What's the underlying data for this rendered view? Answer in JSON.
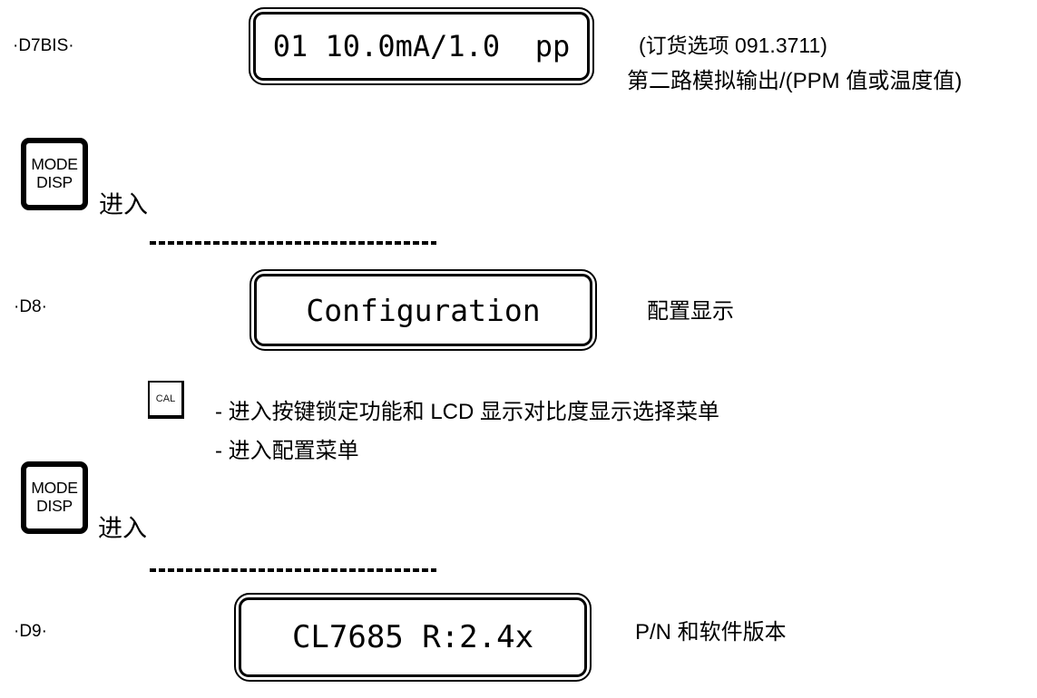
{
  "page": {
    "background": "#ffffff",
    "ink": "#000000"
  },
  "steps": [
    {
      "label": "·D7BIS·",
      "display": "01 10.0mA/1.0  pp",
      "notes": [
        "(订货选项 091.3711)",
        "第二路模拟输出/(PPM 值或温度值)"
      ]
    },
    {
      "label": "·D8·",
      "display": "Configuration",
      "notes": [
        "配置显示"
      ]
    },
    {
      "label": "·D9·",
      "display": "CL7685 R:2.4x",
      "notes": [
        "P/N 和软件版本"
      ]
    }
  ],
  "keys": {
    "mode_disp": {
      "line1": "MODE",
      "line2": "DISP"
    },
    "cal": {
      "label": "CAL"
    }
  },
  "actions": {
    "enter_label": "进入",
    "cal_notes": [
      "- 进入按键锁定功能和 LCD 显示对比度显示选择菜单",
      "- 进入配置菜单"
    ]
  }
}
